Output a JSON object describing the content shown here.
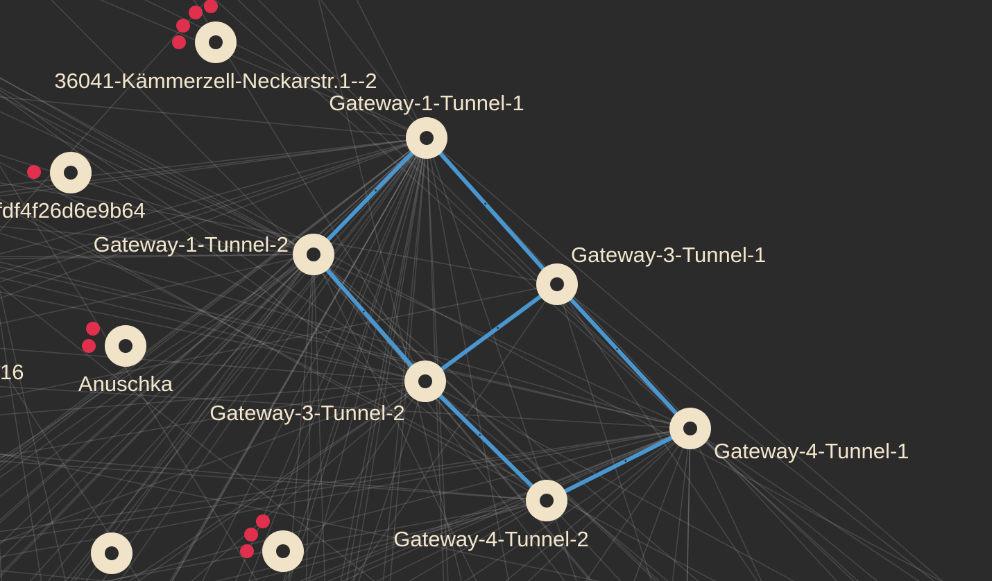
{
  "graph": {
    "background": "#2b2b2b",
    "label_color": "#f3e6cc",
    "node_color": "#f1e3c8",
    "link_color": "#4a96cf",
    "client_color": "#e0304e",
    "nodes": [
      {
        "id": "g1t1",
        "label": "Gateway-1-Tunnel-1",
        "clients": 0
      },
      {
        "id": "g1t2",
        "label": "Gateway-1-Tunnel-2",
        "clients": 0
      },
      {
        "id": "g3t1",
        "label": "Gateway-3-Tunnel-1",
        "clients": 0
      },
      {
        "id": "g3t2",
        "label": "Gateway-3-Tunnel-2",
        "clients": 0
      },
      {
        "id": "g4t1",
        "label": "Gateway-4-Tunnel-1",
        "clients": 0
      },
      {
        "id": "g4t2",
        "label": "Gateway-4-Tunnel-2",
        "clients": 0
      },
      {
        "id": "kaemmerzell",
        "label": "36041-Kämmerzell-Neckarstr.1--2",
        "clients": 4
      },
      {
        "id": "fdf4",
        "label": "fdf4f26d6e9b64",
        "clients": 1
      },
      {
        "id": "anuschka",
        "label": "Anuschka",
        "clients": 2
      },
      {
        "id": "n16",
        "label": "16",
        "clients": 0
      },
      {
        "id": "bottom-left",
        "label": "",
        "clients": 0
      },
      {
        "id": "bottom-mid",
        "label": "",
        "clients": 3
      }
    ],
    "links": [
      [
        "g1t1",
        "g1t2"
      ],
      [
        "g1t1",
        "g3t1"
      ],
      [
        "g1t2",
        "g3t2"
      ],
      [
        "g3t1",
        "g3t2"
      ],
      [
        "g3t1",
        "g4t1"
      ],
      [
        "g3t2",
        "g4t2"
      ],
      [
        "g4t1",
        "g4t2"
      ]
    ]
  }
}
